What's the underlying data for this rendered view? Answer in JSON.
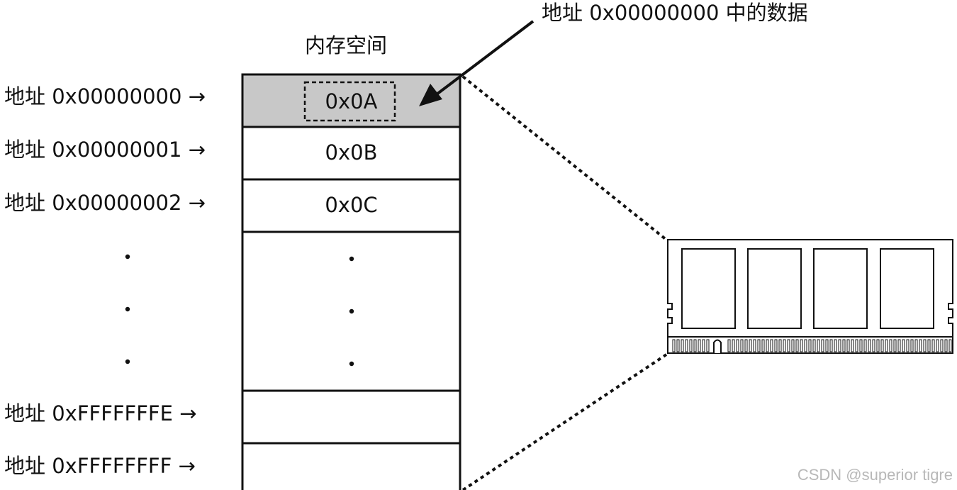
{
  "diagram": {
    "title": "内存空间",
    "callout": "地址 0x00000000 中的数据",
    "addresses": [
      "地址 0x00000000 →",
      "地址 0x00000001 →",
      "地址 0x00000002 →",
      "地址 0xFFFFFFFE →",
      "地址 0xFFFFFFFF →"
    ],
    "cells": [
      "0x0A",
      "0x0B",
      "0x0C"
    ]
  },
  "watermark": "CSDN @superior tigre",
  "colors": {
    "highlight_fill": "#c8c8c8",
    "stroke": "#111111",
    "watermark": "#b8b8b8"
  },
  "icons": {
    "memory_module": "ram-module-icon",
    "arrow": "arrow-icon",
    "ellipsis": "vertical-ellipsis-icon"
  }
}
